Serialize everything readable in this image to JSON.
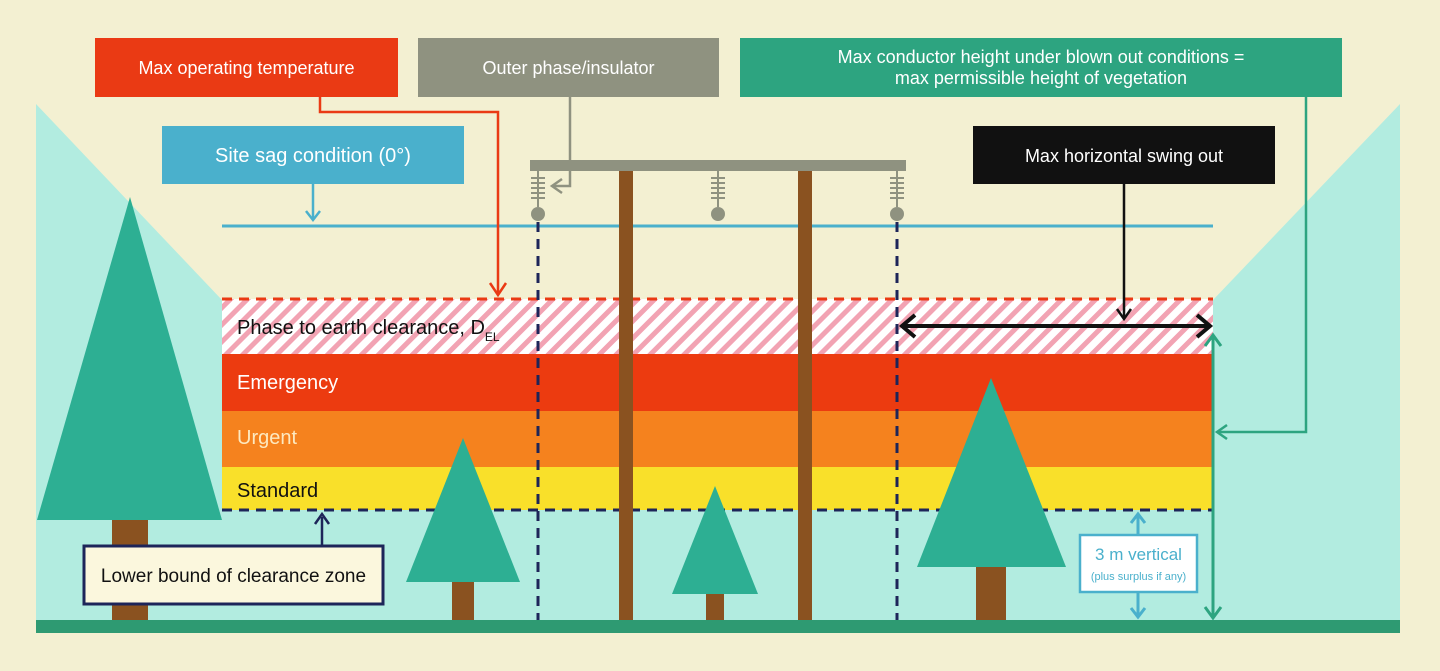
{
  "labels": {
    "max_operating_temperature": "Max operating temperature",
    "outer_phase_insulator": "Outer phase/insulator",
    "max_conductor_height_line1": "Max conductor height under blown out conditions =",
    "max_conductor_height_line2": "max permissible height of vegetation",
    "site_sag_condition": "Site sag condition (0°)",
    "max_horizontal_swing_out": "Max horizontal swing out",
    "phase_to_earth_clearance": "Phase to earth clearance, D",
    "phase_to_earth_subscript": "EL",
    "lower_bound": "Lower bound of clearance zone",
    "vertical_main": "3 m vertical",
    "vertical_sub": "(plus surplus if any)"
  },
  "zones": {
    "emergency": "Emergency",
    "urgent": "Urgent",
    "standard": "Standard"
  },
  "colors": {
    "background": "#f3f0d2",
    "ground_fill": "#b2ece0",
    "ground_line": "#2e9a72",
    "red_callout": "#ea3a14",
    "grey_callout": "#8f9280",
    "green_callout": "#2da480",
    "blue_callout": "#4ab0cc",
    "black_callout": "#111111",
    "emergency": "#ec3b10",
    "urgent": "#f5821e",
    "standard": "#f9e02a",
    "hatch": "#f2a3b3",
    "tree": "#2daf93",
    "trunk": "#8a5220",
    "pole": "#8a5220",
    "crossarm": "#8f9280",
    "dashed": "#1d2559"
  }
}
